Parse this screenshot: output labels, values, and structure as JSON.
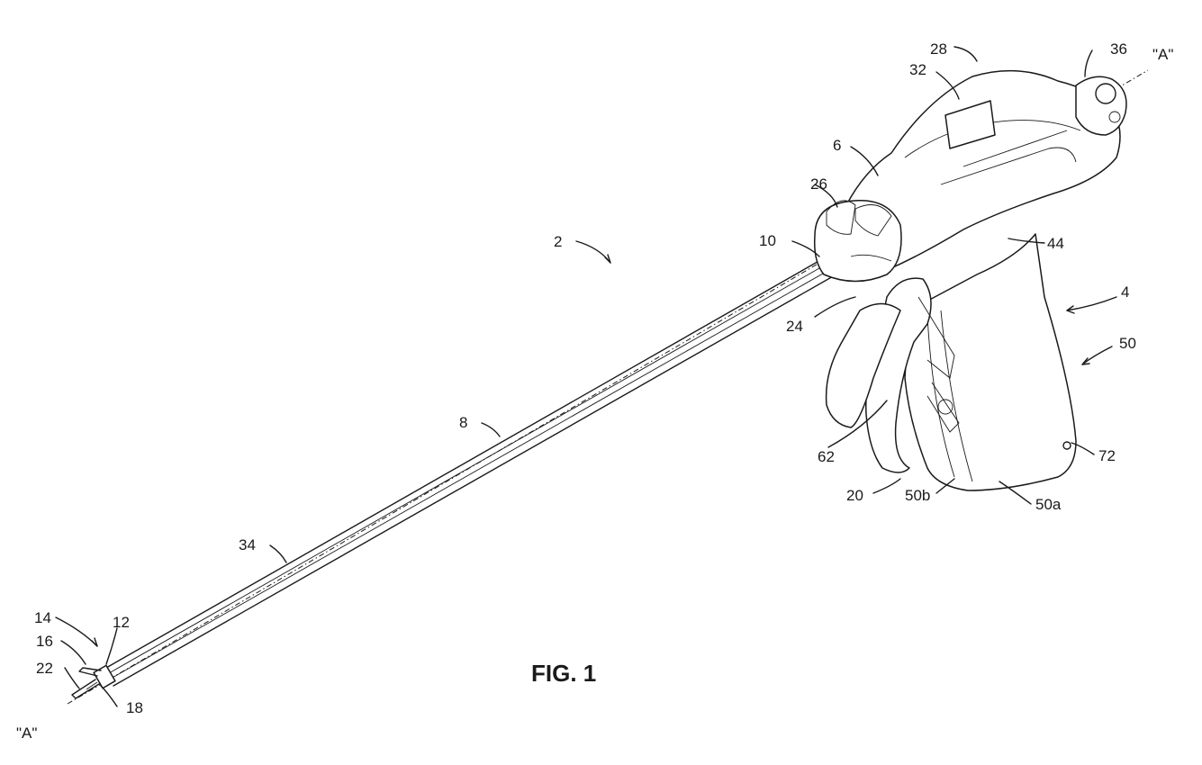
{
  "figure": {
    "caption": "FIG. 1",
    "axis_label_top": "\"A\"",
    "axis_label_bottom": "\"A\"",
    "reference_numerals": {
      "n2": "2",
      "n4": "4",
      "n6": "6",
      "n8": "8",
      "n10": "10",
      "n12": "12",
      "n14": "14",
      "n16": "16",
      "n18": "18",
      "n20": "20",
      "n22": "22",
      "n24": "24",
      "n26": "26",
      "n28": "28",
      "n32": "32",
      "n34": "34",
      "n36": "36",
      "n44": "44",
      "n50": "50",
      "n50a": "50a",
      "n50b": "50b",
      "n62": "62",
      "n72": "72"
    }
  }
}
